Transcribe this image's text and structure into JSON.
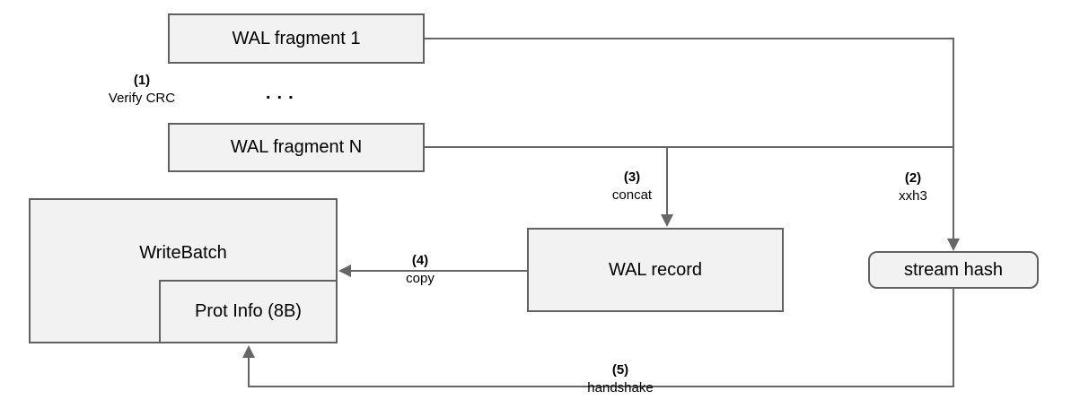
{
  "diagram": {
    "nodes": {
      "wal_fragment_1": "WAL fragment 1",
      "wal_fragment_n": "WAL fragment N",
      "write_batch": "WriteBatch",
      "prot_info": "Prot Info (8B)",
      "wal_record": "WAL record",
      "stream_hash": "stream hash"
    },
    "ellipsis": "...",
    "steps": {
      "step1": {
        "num": "(1)",
        "label": "Verify CRC"
      },
      "step2": {
        "num": "(2)",
        "label": "xxh3"
      },
      "step3": {
        "num": "(3)",
        "label": "concat"
      },
      "step4": {
        "num": "(4)",
        "label": "copy"
      },
      "step5": {
        "num": "(5)",
        "label": "handshake"
      }
    },
    "colors": {
      "box_fill": "#f2f2f2",
      "box_border": "#616161",
      "line": "#666666",
      "text": "#000000"
    }
  }
}
